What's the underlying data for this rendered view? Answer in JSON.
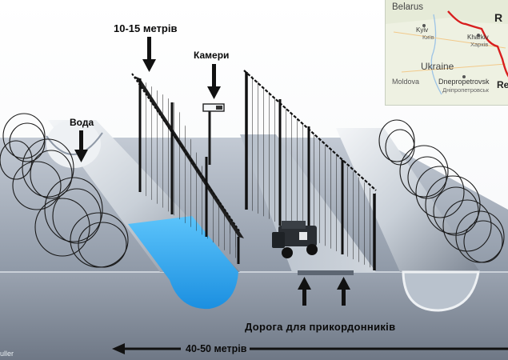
{
  "labels": {
    "fence_height": "10-15 метрів",
    "cameras": "Камери",
    "water": "Вода",
    "border_road": "Дорога для прикордонників",
    "total_width": "40-50 метрів",
    "credit": "uller"
  },
  "map": {
    "country_north": "Belarus",
    "neighbor_east": "R",
    "neighbor_east_lower": "Re",
    "country_main": "Ukraine",
    "country_southwest": "Moldova",
    "cities": [
      {
        "name": "Kyiv",
        "local_name": "Київ"
      },
      {
        "name": "Kharkiv",
        "local_name": "Харків"
      },
      {
        "name": "Dnepropetrovsk",
        "local_name": "Дніпропетровськ"
      }
    ]
  },
  "colors": {
    "ground": "#aeb7c4",
    "water": "#2aa8f0",
    "fence": "#1a1a1a",
    "arrow": "#111111",
    "border_line": "#d81e1e"
  }
}
